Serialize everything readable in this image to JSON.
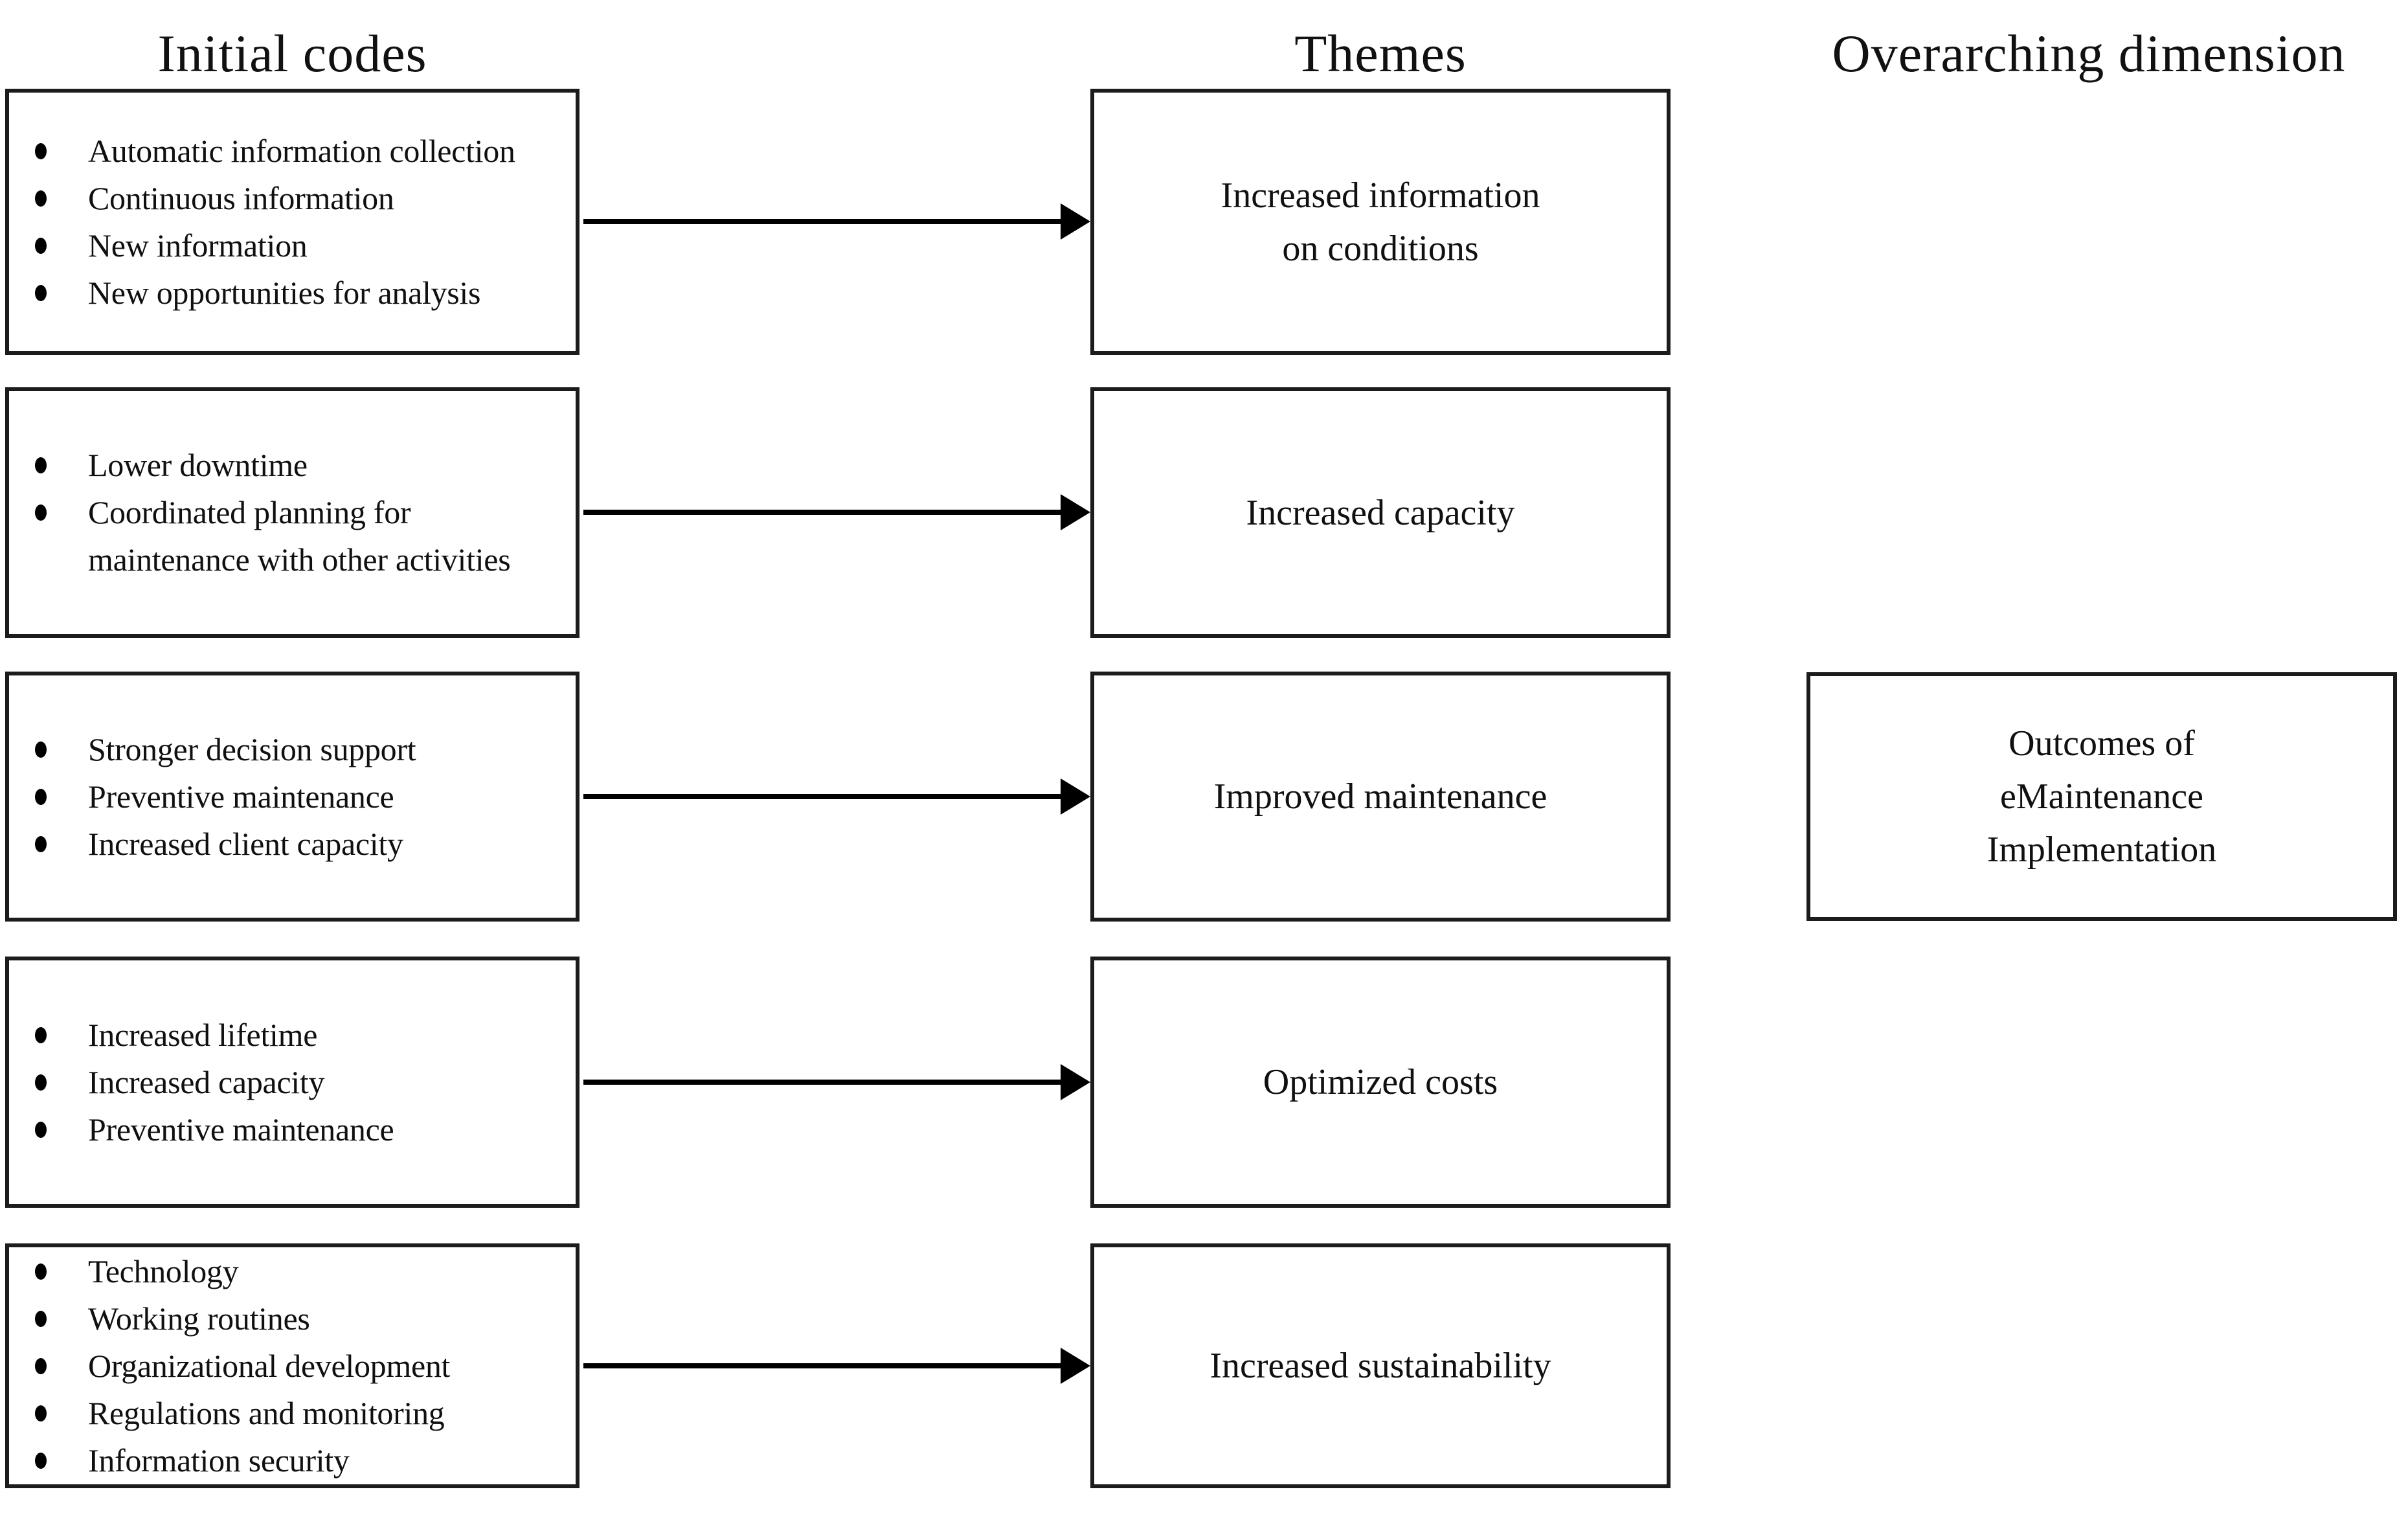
{
  "diagram": {
    "background": "#ffffff",
    "text_color": "#101010",
    "border_color": "#1c1c1c",
    "arrow_color": "#000000",
    "headers": {
      "initial_codes": "Initial codes",
      "themes": "Themes",
      "overarching_dimension": "Overarching dimension"
    },
    "rows": [
      {
        "codes": [
          "Automatic information collection",
          "Continuous information",
          "New information",
          "New opportunities for analysis"
        ],
        "theme_lines": [
          "Increased information",
          "on conditions"
        ]
      },
      {
        "codes": [
          "Lower downtime",
          "Coordinated planning for maintenance with other activities"
        ],
        "theme_lines": [
          "Increased capacity"
        ]
      },
      {
        "codes": [
          "Stronger decision support",
          "Preventive maintenance",
          "Increased client capacity"
        ],
        "theme_lines": [
          "Improved maintenance"
        ]
      },
      {
        "codes": [
          "Increased lifetime",
          "Increased capacity",
          "Preventive maintenance"
        ],
        "theme_lines": [
          "Optimized costs"
        ]
      },
      {
        "codes": [
          "Technology",
          "Working routines",
          "Organizational development",
          "Regulations and monitoring",
          "Information security"
        ],
        "theme_lines": [
          "Increased sustainability"
        ]
      }
    ],
    "overarching_box_lines": [
      "Outcomes of",
      "eMaintenance",
      "Implementation"
    ]
  }
}
